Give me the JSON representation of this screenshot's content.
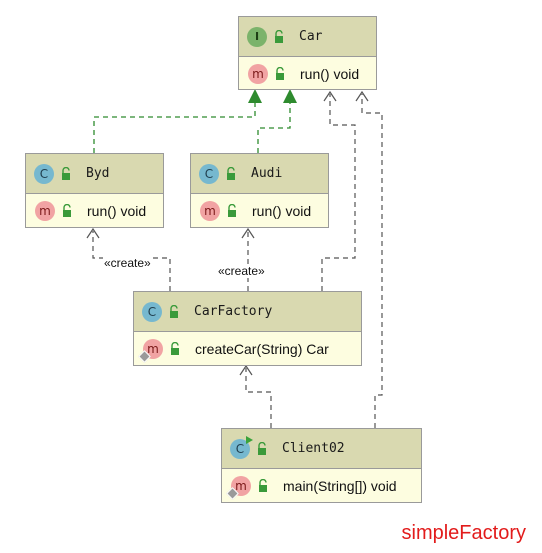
{
  "classes": {
    "car": {
      "kind": "I",
      "name": "Car",
      "member": "run() void",
      "member_badge": "m"
    },
    "byd": {
      "kind": "C",
      "name": "Byd",
      "member": "run() void",
      "member_badge": "m"
    },
    "audi": {
      "kind": "C",
      "name": "Audi",
      "member": "run() void",
      "member_badge": "m"
    },
    "factory": {
      "kind": "C",
      "name": "CarFactory",
      "member": "createCar(String) Car",
      "member_badge": "m"
    },
    "client": {
      "kind": "C",
      "name": "Client02",
      "member": "main(String[]) void",
      "member_badge": "m"
    }
  },
  "labels": {
    "create_byd": "«create»",
    "create_audi": "«create»"
  },
  "caption": "simpleFactory",
  "colors": {
    "realization": "#2e8b2e",
    "dependency": "#555555",
    "caption": "#e21b1b"
  }
}
